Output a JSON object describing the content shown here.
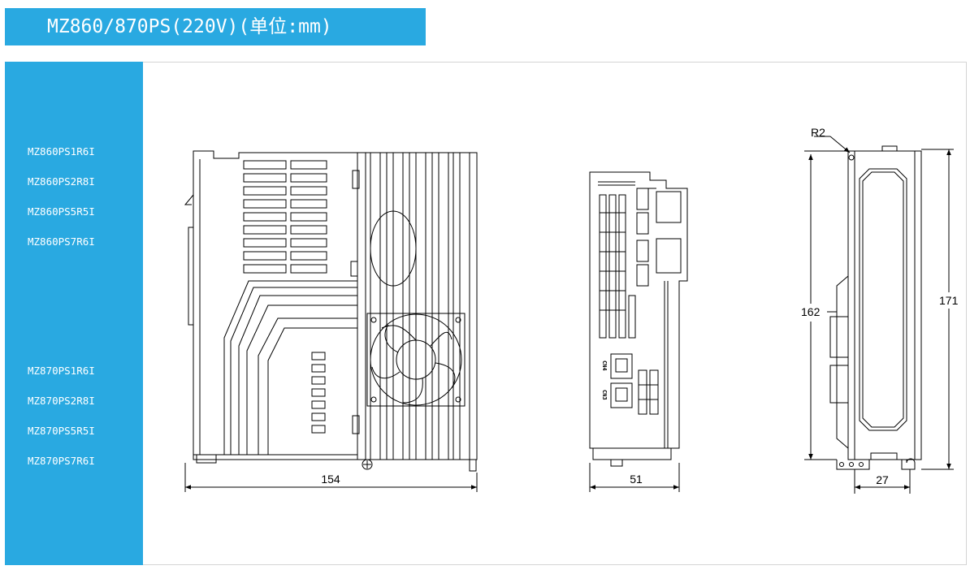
{
  "header": {
    "title": "MZ860/870PS(220V)(单位:mm)"
  },
  "sidebar": {
    "models_860": [
      "MZ860PS1R6I",
      "MZ860PS2R8I",
      "MZ860PS5R5I",
      "MZ860PS7R6I"
    ],
    "models_870": [
      "MZ870PS1R6I",
      "MZ870PS2R8I",
      "MZ870PS5R5I",
      "MZ870PS7R6I"
    ]
  },
  "dimensions": {
    "front_width": "154",
    "side_width": "51",
    "rear_height_inner": "162",
    "rear_height_outer": "171",
    "rear_bracket_width": "27",
    "corner_radius": "R2"
  },
  "connectors": {
    "cn4": "CN4",
    "cn3": "CN3"
  },
  "colors": {
    "accent": "#29a9e1",
    "line": "#000000",
    "border": "#d4d4d4"
  }
}
